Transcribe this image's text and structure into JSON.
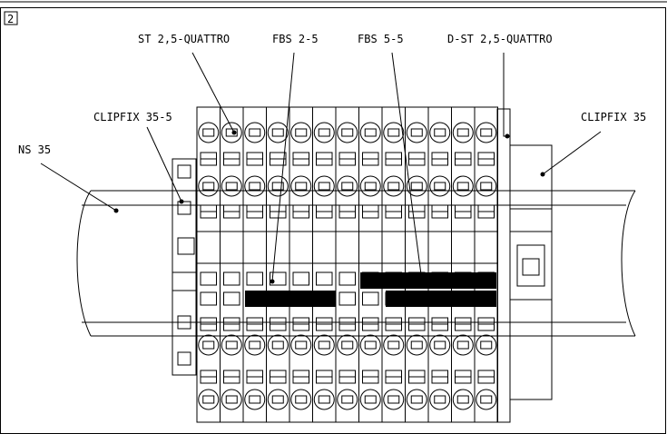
{
  "figure_number": "2",
  "labels": {
    "st_quattro": "ST 2,5-QUATTRO",
    "fbs_2_5": "FBS 2-5",
    "fbs_5_5": "FBS 5-5",
    "d_st_quattro": "D-ST 2,5-QUATTRO",
    "clipfix_35_5": "CLIPFIX 35-5",
    "clipfix_35": "CLIPFIX 35",
    "ns_35": "NS 35"
  },
  "terminal_block_count": 13
}
